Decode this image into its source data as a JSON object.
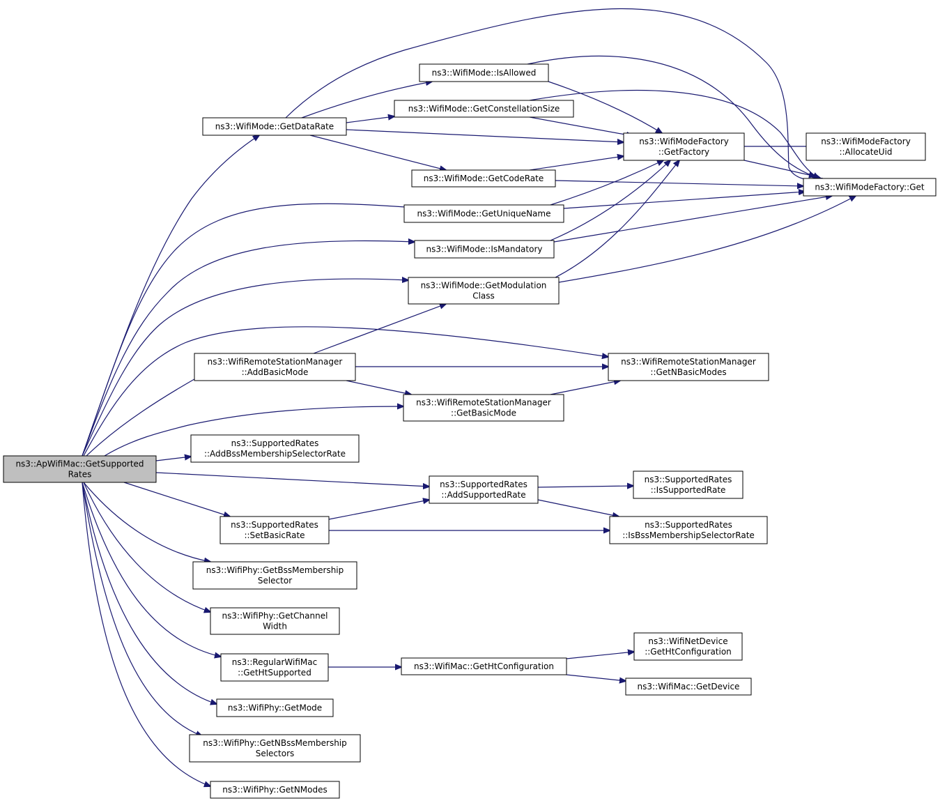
{
  "diagram": {
    "type": "call-graph",
    "edge_color": "#191970",
    "root_fill": "#bfbfbf",
    "nodes": {
      "root": [
        "ns3::ApWifiMac::GetSupported",
        "Rates"
      ],
      "getDataRate": [
        "ns3::WifiMode::GetDataRate"
      ],
      "isAllowed": [
        "ns3::WifiMode::IsAllowed"
      ],
      "getConstellationSize": [
        "ns3::WifiMode::GetConstellationSize"
      ],
      "getFactory": [
        "ns3::WifiModeFactory",
        "::GetFactory"
      ],
      "allocateUid": [
        "ns3::WifiModeFactory",
        "::AllocateUid"
      ],
      "factoryGet": [
        "ns3::WifiModeFactory::Get"
      ],
      "getCodeRate": [
        "ns3::WifiMode::GetCodeRate"
      ],
      "getUniqueName": [
        "ns3::WifiMode::GetUniqueName"
      ],
      "isMandatory": [
        "ns3::WifiMode::IsMandatory"
      ],
      "getModulationClass": [
        "ns3::WifiMode::GetModulation",
        "Class"
      ],
      "addBasicMode": [
        "ns3::WifiRemoteStationManager",
        "::AddBasicMode"
      ],
      "getNBasicModes": [
        "ns3::WifiRemoteStationManager",
        "::GetNBasicModes"
      ],
      "getBasicMode": [
        "ns3::WifiRemoteStationManager",
        "::GetBasicMode"
      ],
      "addBssSelRate": [
        "ns3::SupportedRates",
        "::AddBssMembershipSelectorRate"
      ],
      "addSupportedRate": [
        "ns3::SupportedRates",
        "::AddSupportedRate"
      ],
      "isSupportedRate": [
        "ns3::SupportedRates",
        "::IsSupportedRate"
      ],
      "setBasicRate": [
        "ns3::SupportedRates",
        "::SetBasicRate"
      ],
      "isBssSelRate": [
        "ns3::SupportedRates",
        "::IsBssMembershipSelectorRate"
      ],
      "getBssSelector": [
        "ns3::WifiPhy::GetBssMembership",
        "Selector"
      ],
      "getChannelWidth": [
        "ns3::WifiPhy::GetChannel",
        "Width"
      ],
      "getHtSupported": [
        "ns3::RegularWifiMac",
        "::GetHtSupported"
      ],
      "getHtConfiguration": [
        "ns3::WifiMac::GetHtConfiguration"
      ],
      "netDevHtConfig": [
        "ns3::WifiNetDevice",
        "::GetHtConfiguration"
      ],
      "getDevice": [
        "ns3::WifiMac::GetDevice"
      ],
      "getMode": [
        "ns3::WifiPhy::GetMode"
      ],
      "getNBssSelectors": [
        "ns3::WifiPhy::GetNBssMembership",
        "Selectors"
      ],
      "getNModes": [
        "ns3::WifiPhy::GetNModes"
      ]
    },
    "edges": [
      [
        "root",
        "getDataRate"
      ],
      [
        "root",
        "getUniqueName"
      ],
      [
        "root",
        "isMandatory"
      ],
      [
        "root",
        "getModulationClass"
      ],
      [
        "root",
        "getNBasicModes"
      ],
      [
        "root",
        "addBasicMode"
      ],
      [
        "root",
        "getBasicMode"
      ],
      [
        "root",
        "addBssSelRate"
      ],
      [
        "root",
        "addSupportedRate"
      ],
      [
        "root",
        "setBasicRate"
      ],
      [
        "root",
        "getBssSelector"
      ],
      [
        "root",
        "getChannelWidth"
      ],
      [
        "root",
        "getHtSupported"
      ],
      [
        "root",
        "getMode"
      ],
      [
        "root",
        "getNBssSelectors"
      ],
      [
        "root",
        "getNModes"
      ],
      [
        "getDataRate",
        "isAllowed"
      ],
      [
        "getDataRate",
        "getConstellationSize"
      ],
      [
        "getDataRate",
        "getFactory"
      ],
      [
        "getDataRate",
        "getCodeRate"
      ],
      [
        "getDataRate",
        "factoryGet"
      ],
      [
        "isAllowed",
        "getFactory"
      ],
      [
        "isAllowed",
        "factoryGet"
      ],
      [
        "getConstellationSize",
        "getFactory"
      ],
      [
        "getConstellationSize",
        "factoryGet"
      ],
      [
        "getFactory",
        "allocateUid"
      ],
      [
        "getFactory",
        "factoryGet"
      ],
      [
        "getCodeRate",
        "getFactory"
      ],
      [
        "getCodeRate",
        "factoryGet"
      ],
      [
        "getUniqueName",
        "getFactory"
      ],
      [
        "getUniqueName",
        "factoryGet"
      ],
      [
        "isMandatory",
        "getFactory"
      ],
      [
        "isMandatory",
        "factoryGet"
      ],
      [
        "getModulationClass",
        "getFactory"
      ],
      [
        "getModulationClass",
        "factoryGet"
      ],
      [
        "addBasicMode",
        "getModulationClass"
      ],
      [
        "addBasicMode",
        "getNBasicModes"
      ],
      [
        "addBasicMode",
        "getBasicMode"
      ],
      [
        "getBasicMode",
        "getNBasicModes"
      ],
      [
        "addSupportedRate",
        "isSupportedRate"
      ],
      [
        "addSupportedRate",
        "isBssSelRate"
      ],
      [
        "setBasicRate",
        "addSupportedRate"
      ],
      [
        "setBasicRate",
        "isBssSelRate"
      ],
      [
        "getHtSupported",
        "getHtConfiguration"
      ],
      [
        "getHtConfiguration",
        "netDevHtConfig"
      ],
      [
        "getHtConfiguration",
        "getDevice"
      ]
    ]
  }
}
